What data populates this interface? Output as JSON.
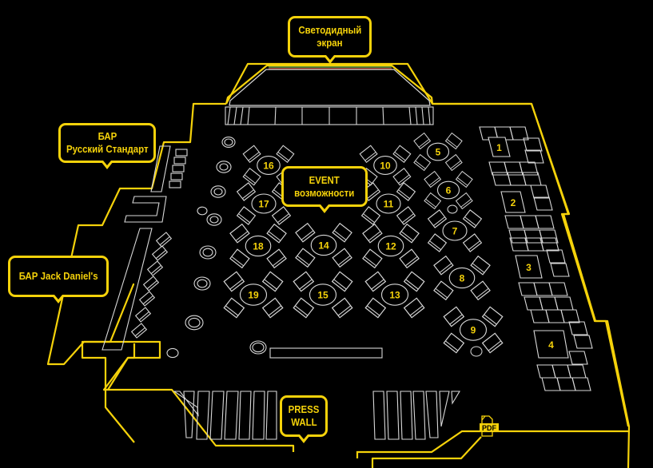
{
  "map": {
    "title": "Floor plan",
    "colors": {
      "background": "#000000",
      "outline": "#f5d20a",
      "furniture": "#d8d8d8",
      "labels": "#f5d20a",
      "screen_green": "#6aa84f",
      "screen_red": "#c0392b"
    },
    "callouts": {
      "screen": [
        "Светодидный",
        "экран"
      ],
      "bar_russky": [
        "БАР",
        "Русский Стандарт"
      ],
      "bar_jack": [
        "БАР Jack Daniel's"
      ],
      "event": [
        "EVENT",
        "возможности"
      ],
      "press_wall": [
        "PRESS",
        "WALL"
      ]
    },
    "tables": [
      {
        "id": "5"
      },
      {
        "id": "6"
      },
      {
        "id": "7"
      },
      {
        "id": "8"
      },
      {
        "id": "9"
      },
      {
        "id": "10"
      },
      {
        "id": "11"
      },
      {
        "id": "12"
      },
      {
        "id": "13"
      },
      {
        "id": "14"
      },
      {
        "id": "15"
      },
      {
        "id": "16"
      },
      {
        "id": "17"
      },
      {
        "id": "18"
      },
      {
        "id": "19"
      }
    ],
    "lounges": [
      {
        "id": "1"
      },
      {
        "id": "2"
      },
      {
        "id": "3"
      },
      {
        "id": "4"
      }
    ],
    "pdf_icon_label": "PDF"
  }
}
